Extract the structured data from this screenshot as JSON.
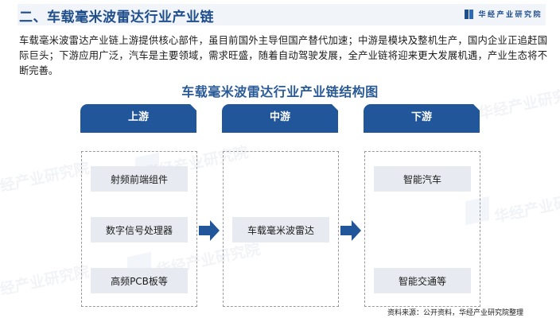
{
  "header": {
    "section_title": "二、车载毫米波雷达行业产业链",
    "brand_name": "华经产业研究院",
    "brand_logo_icon": "book-logo-icon"
  },
  "intro": {
    "text": "车载毫米波雷达产业链上游提供核心部件，虽目前国外主导但国产替代加速；中游是模块及整机生产，国内企业正追赶国际巨头；下游应用广泛，汽车是主要领域，需求旺盛，随着自动驾驶发展，全产业链将迎来更大发展机遇，产业生态将不断完善。"
  },
  "diagram": {
    "title": "车载毫米波雷达行业产业链结构图",
    "colors": {
      "tab_bg": "#22569a",
      "item_bg": "#e7ebf1",
      "arrow": "#22569a",
      "title": "#2a5a96"
    },
    "stages": [
      {
        "label": "上游",
        "items": [
          "射频前端组件",
          "数字信号处理器",
          "高频PCB板等"
        ]
      },
      {
        "label": "中游",
        "items": [
          "车载毫米波雷达"
        ]
      },
      {
        "label": "下游",
        "items": [
          "智能汽车",
          "智能交通等"
        ]
      }
    ],
    "arrows": [
      "right-arrow-icon",
      "right-arrow-icon"
    ]
  },
  "footer": {
    "source": "资料来源：公开资料，华经产业研究院整理"
  },
  "watermark": {
    "text": "华经产业研究院"
  }
}
